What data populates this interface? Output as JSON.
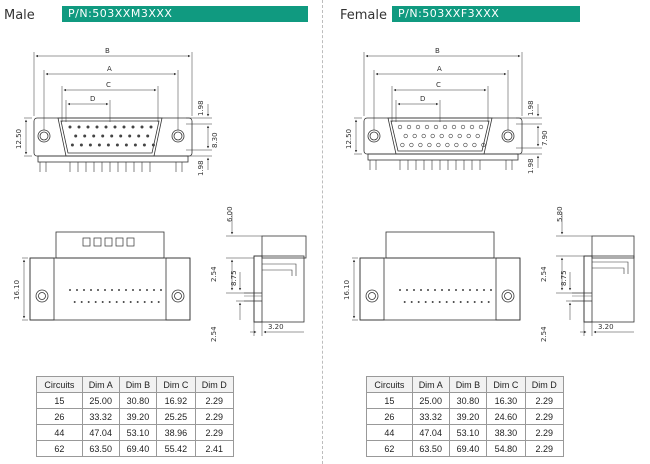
{
  "male": {
    "title": "Male",
    "pn": "P/N:503XXM3XXX",
    "dims": {
      "b": "B",
      "a": "A",
      "c": "C",
      "d": "D",
      "h1250": "12.50",
      "top": "1.98",
      "mid": "8.30",
      "bot": "1.98",
      "h1610": "16.10",
      "s600": "6.00",
      "s254a": "2.54",
      "s875": "8.75",
      "s254b": "2.54",
      "s320": "3.20"
    },
    "table": {
      "headers": [
        "Circuits",
        "Dim A",
        "Dim B",
        "Dim C",
        "Dim D"
      ],
      "rows": [
        [
          "15",
          "25.00",
          "30.80",
          "16.92",
          "2.29"
        ],
        [
          "26",
          "33.32",
          "39.20",
          "25.25",
          "2.29"
        ],
        [
          "44",
          "47.04",
          "53.10",
          "38.96",
          "2.29"
        ],
        [
          "62",
          "63.50",
          "69.40",
          "55.42",
          "2.41"
        ]
      ]
    }
  },
  "female": {
    "title": "Female",
    "pn": "P/N:503XXF3XXX",
    "dims": {
      "b": "B",
      "a": "A",
      "c": "C",
      "d": "D",
      "h1250": "12.50",
      "top": "1.98",
      "mid": "7.90",
      "bot": "1.98",
      "h1610": "16.10",
      "s600": "5.80",
      "s254a": "2.54",
      "s875": "8.75",
      "s254b": "2.54",
      "s320": "3.20"
    },
    "table": {
      "headers": [
        "Circuits",
        "Dim A",
        "Dim B",
        "Dim C",
        "Dim D"
      ],
      "rows": [
        [
          "15",
          "25.00",
          "30.80",
          "16.30",
          "2.29"
        ],
        [
          "26",
          "33.32",
          "39.20",
          "24.60",
          "2.29"
        ],
        [
          "44",
          "47.04",
          "53.10",
          "38.30",
          "2.29"
        ],
        [
          "62",
          "63.50",
          "69.40",
          "54.80",
          "2.29"
        ]
      ]
    }
  },
  "colors": {
    "accent": "#109a80",
    "line": "#333333"
  }
}
